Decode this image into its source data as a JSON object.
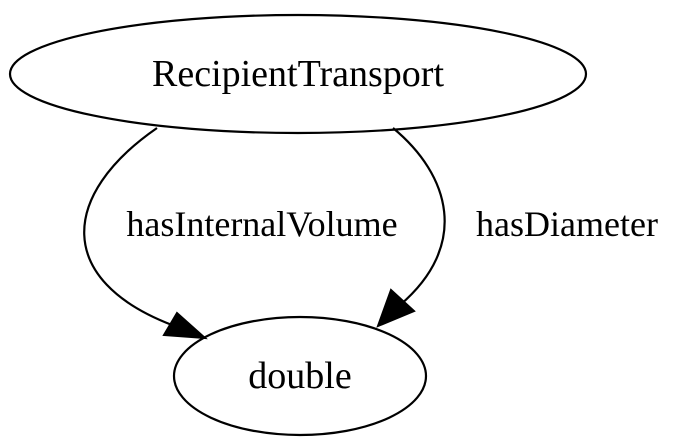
{
  "nodes": {
    "source": {
      "label": "RecipientTransport"
    },
    "target": {
      "label": "double"
    }
  },
  "edges": [
    {
      "label": "hasInternalVolume",
      "from": "RecipientTransport",
      "to": "double"
    },
    {
      "label": "hasDiameter",
      "from": "RecipientTransport",
      "to": "double"
    }
  ],
  "colors": {
    "stroke": "#000000",
    "background": "#ffffff"
  }
}
